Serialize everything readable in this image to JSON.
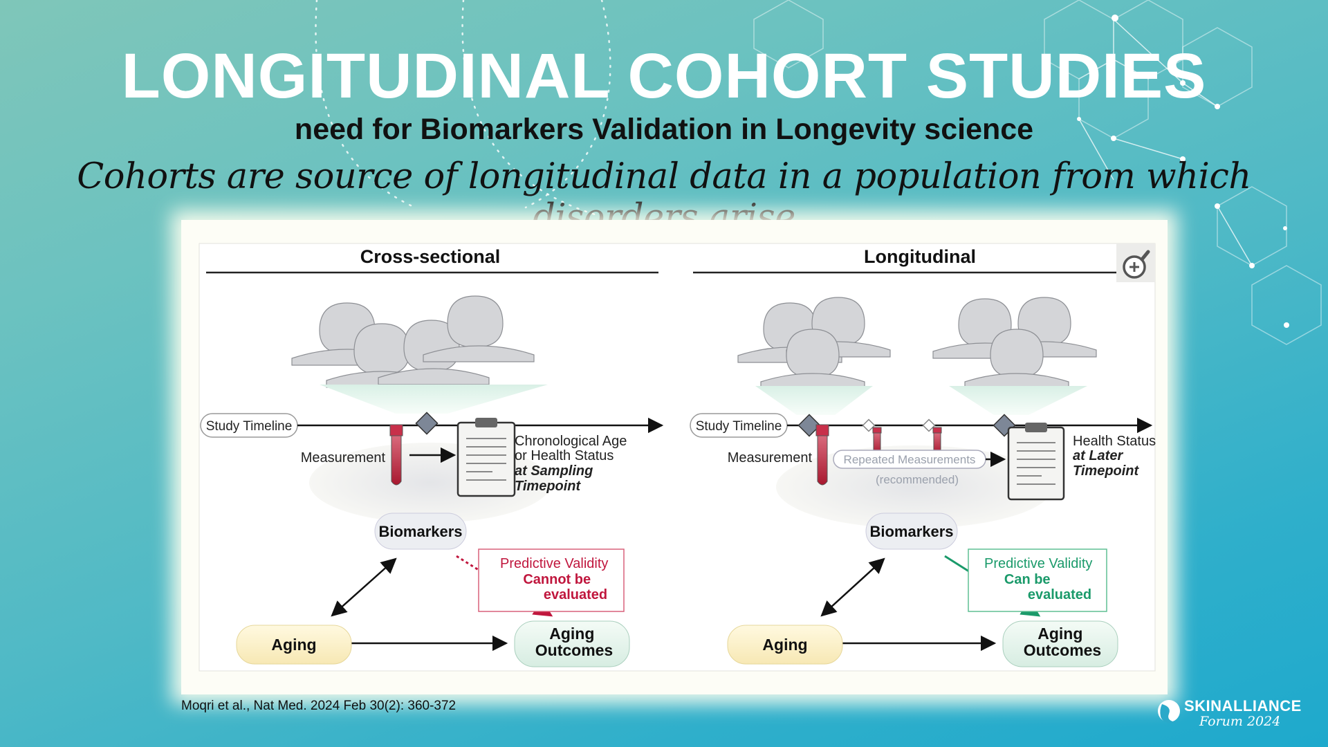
{
  "slide": {
    "title": "LONGITUDINAL COHORT STUDIES",
    "subtitle": "need for Biomarkers Validation in Longevity science",
    "tagline": "Cohorts are source of longitudinal data in a population from which disorders arise",
    "citation": "Moqri et al., Nat Med. 2024 Feb 30(2): 360-372"
  },
  "brand": {
    "name": "SKINALLIANCE",
    "sub": "Forum 2024"
  },
  "colors": {
    "title": "#ffffff",
    "invalid_box": "#c0163d",
    "valid_box": "#1a9a6a",
    "tube": "#c8304a",
    "diamond": "#7d8797"
  },
  "figure": {
    "zoom_icon": "zoom-in-icon",
    "cross": {
      "heading": "Cross-sectional",
      "timeline_label": "Study Timeline",
      "measurement_label": "Measurement",
      "result_lines": [
        "Chronological Age",
        "or Health Status",
        "at Sampling",
        "Timepoint"
      ],
      "biomarkers": "Biomarkers",
      "validity_lines": [
        "Predictive Validity",
        "Cannot be",
        "evaluated"
      ],
      "aging": "Aging",
      "outcomes_lines": [
        "Aging",
        "Outcomes"
      ]
    },
    "long": {
      "heading": "Longitudinal",
      "timeline_label": "Study Timeline",
      "measurement_label": "Measurement",
      "repeated_label": "Repeated Measurements",
      "recommended_label": "(recommended)",
      "result_lines": [
        "Health Status",
        "at Later",
        "Timepoint"
      ],
      "biomarkers": "Biomarkers",
      "validity_lines": [
        "Predictive Validity",
        "Can be",
        "evaluated"
      ],
      "aging": "Aging",
      "outcomes_lines": [
        "Aging",
        "Outcomes"
      ]
    }
  }
}
